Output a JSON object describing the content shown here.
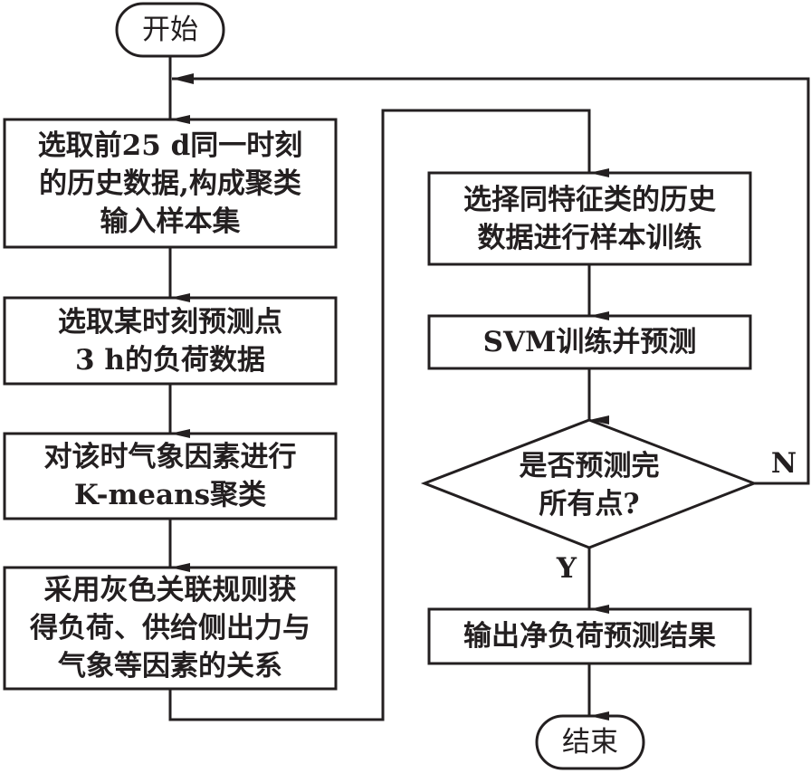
{
  "diagram": {
    "type": "flowchart",
    "start": "开始",
    "end": "结束",
    "steps": [
      "选取前25 d同一时刻\n的历史数据,构成聚类\n输入样本集",
      "选取某时刻预测点\n3 h的负荷数据",
      "对该时气象因素进行\nK-means聚类",
      "采用灰色关联规则获\n得负荷、供给侧出力与\n气象等因素的关系",
      "选择同特征类的历史\n数据进行样本训练",
      "SVM训练并预测",
      "输出净负荷预测结果"
    ],
    "decision": "是否预测完\n所有点?",
    "yes_label": "Y",
    "no_label": "N",
    "line_color": "#231f20"
  }
}
